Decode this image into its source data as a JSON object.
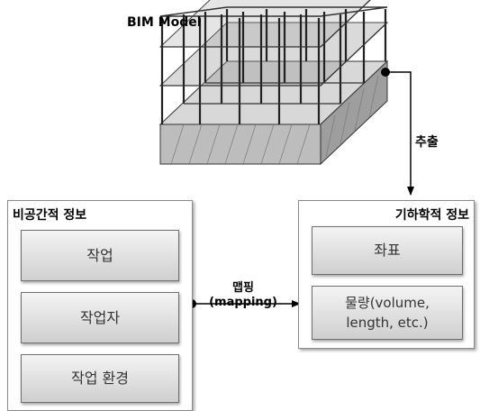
{
  "bim_model": {
    "label": "BIM Model"
  },
  "extraction": {
    "label": "추출"
  },
  "non_spatial": {
    "title": "비공간적 정보",
    "items": [
      "작업",
      "작업자",
      "작업 환경"
    ]
  },
  "geometric": {
    "title": "기하학적 정보",
    "items": [
      "좌표",
      "물량(volume,\nlength, etc.)"
    ]
  },
  "mapping": {
    "label_ko": "맵핑",
    "label_en": "(mapping)"
  }
}
